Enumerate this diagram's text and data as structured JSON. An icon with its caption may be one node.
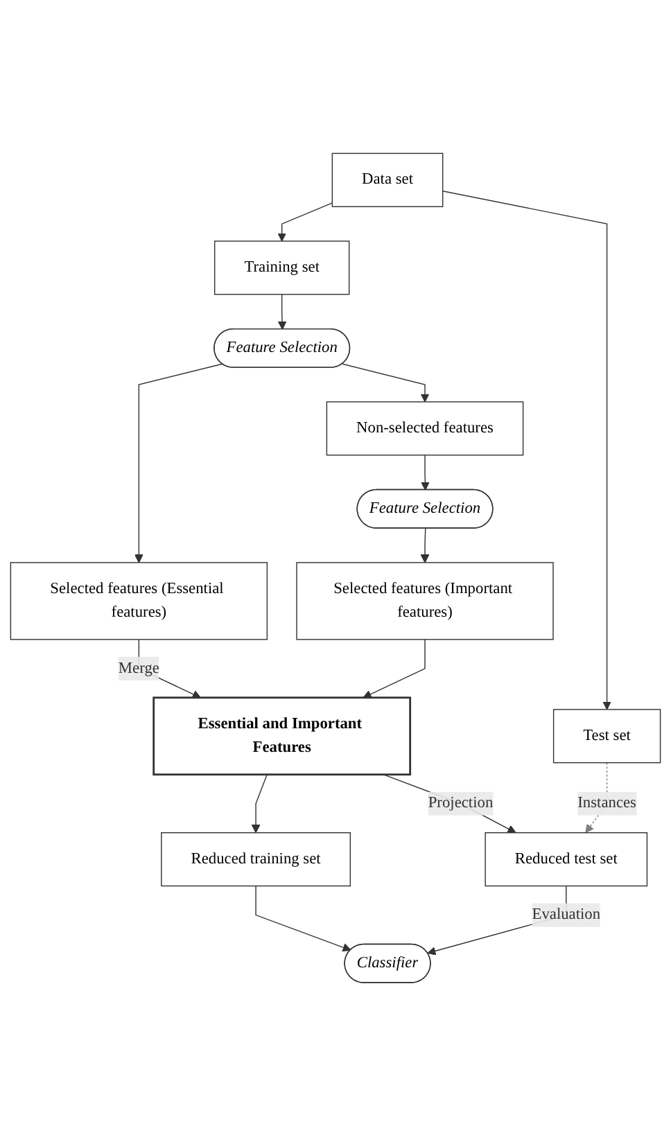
{
  "diagram": {
    "nodes": [
      {
        "text": [
          "Data set"
        ]
      },
      {
        "text": [
          "Training set"
        ]
      },
      {
        "text": [
          "Test set"
        ]
      },
      {
        "text": [
          "Feature Selection"
        ]
      },
      {
        "text": [
          "Selected features (Essential features)"
        ]
      },
      {
        "text": [
          "Non-selected features"
        ]
      },
      {
        "text": [
          "Feature Selection"
        ]
      },
      {
        "text": [
          "Selected features (Important features)"
        ]
      },
      {
        "text": [
          "Essential and Important Features"
        ]
      },
      {
        "text": [
          "Reduced training set"
        ]
      },
      {
        "text": [
          "Reduced test set"
        ]
      },
      {
        "text": [
          "Classifier"
        ]
      }
    ],
    "edges": [
      {
        "from": 0,
        "to": 1,
        "arrow": "to"
      },
      {
        "from": 0,
        "to": 2,
        "arrow": "to"
      },
      {
        "from": 1,
        "to": 3,
        "arrow": "to"
      },
      {
        "from": 3,
        "to": 4,
        "arrow": "to"
      },
      {
        "from": 3,
        "to": 5,
        "arrow": "to"
      },
      {
        "from": 5,
        "to": 6,
        "arrow": "to"
      },
      {
        "from": 6,
        "to": 7,
        "arrow": "to"
      },
      {
        "from": 4,
        "to": 8,
        "arrow": "to",
        "label": "Merge"
      },
      {
        "from": 7,
        "to": 8,
        "arrow": "to"
      },
      {
        "from": 8,
        "to": 9,
        "arrow": "to"
      },
      {
        "from": 8,
        "to": 10,
        "arrow": "to",
        "label": "Projection"
      },
      {
        "from": 2,
        "to": 10,
        "arrow": "to",
        "label": "Instances",
        "style": "dashed",
        "color": "#808080"
      },
      {
        "from": 9,
        "to": 11,
        "arrow": "to"
      },
      {
        "from": 10,
        "to": 11,
        "arrow": "to",
        "label": "Evaluation"
      }
    ]
  }
}
